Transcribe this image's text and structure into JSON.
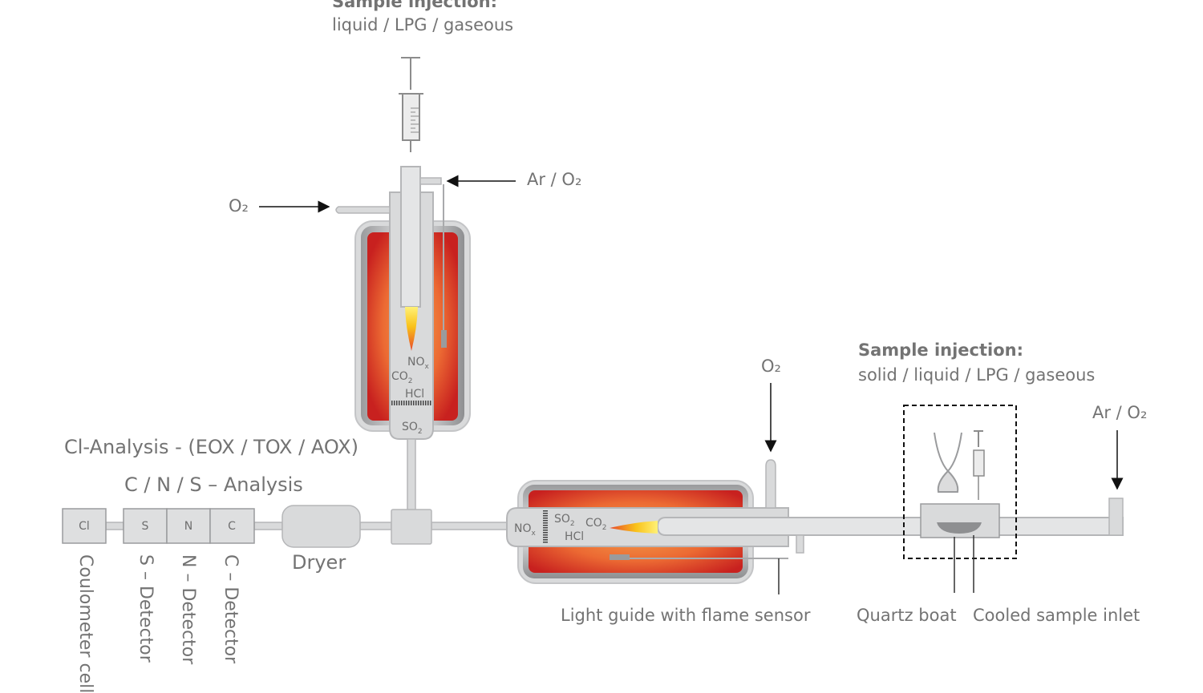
{
  "top_injection": {
    "title": "Sample injection:",
    "subtitle": "liquid / LPG / gaseous"
  },
  "gas_inputs": {
    "top_ar_o2": "Ar / O₂",
    "top_o2": "O₂",
    "mid_o2": "O₂",
    "right_ar_o2": "Ar / O₂"
  },
  "right_injection": {
    "title": "Sample injection:",
    "subtitle": "solid / liquid / LPG / gaseous"
  },
  "analysis": {
    "cl_title": "Cl-Analysis - (EOX / TOX / AOX)",
    "cns_title": "C / N / S – Analysis"
  },
  "detectors": {
    "boxes": [
      "Cl",
      "S",
      "N",
      "C"
    ],
    "vertical_labels": [
      "Coulometer cell",
      "S – Detector",
      "N – Detector",
      "C – Detector"
    ]
  },
  "dryer": "Dryer",
  "vertical_furnace": {
    "gases": [
      "NOx",
      "CO₂",
      "HCl",
      "SO₂"
    ]
  },
  "horizontal_furnace": {
    "gases": [
      "NOx",
      "SO₂",
      "CO₂",
      "HCl"
    ]
  },
  "callouts": {
    "light_guide": "Light guide with flame sensor",
    "quartz_boat": "Quartz boat",
    "cooled_inlet": "Cooled sample inlet"
  },
  "colors": {
    "tube": "#d9dadb",
    "tube_stroke": "#b5b6b8",
    "furnace_hot": "#e8472a",
    "furnace_core": "#ef8a3a",
    "text": "#737373"
  }
}
